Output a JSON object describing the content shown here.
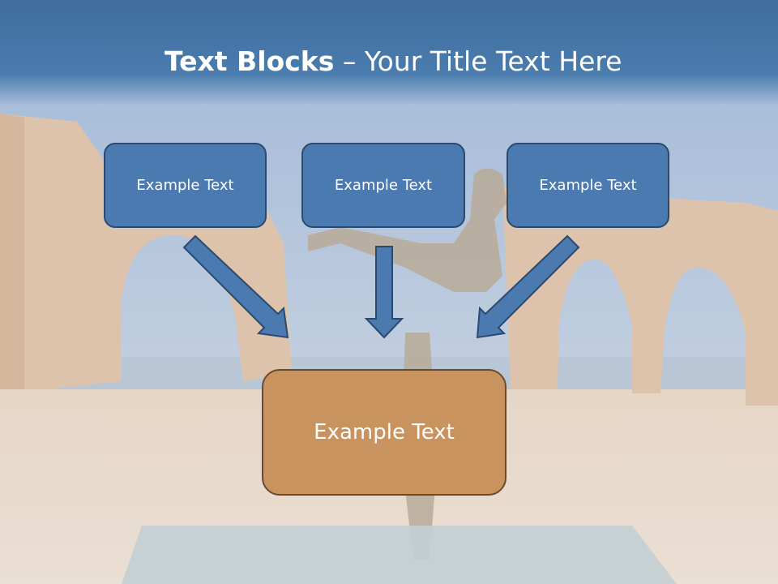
{
  "title": {
    "bold": "Text Blocks",
    "rest": " – Your Title Text Here"
  },
  "blocks": [
    {
      "label": "Example Text"
    },
    {
      "label": "Example Text"
    },
    {
      "label": "Example Text"
    }
  ],
  "target": {
    "label": "Example Text"
  },
  "colors": {
    "title_band": "#4a7cae",
    "block_fill": "#4a7ab0",
    "block_border": "#2b4a6f",
    "target_fill": "#c9935f",
    "target_border": "#6a4b2c",
    "arrow_fill": "#4a7ab0"
  }
}
